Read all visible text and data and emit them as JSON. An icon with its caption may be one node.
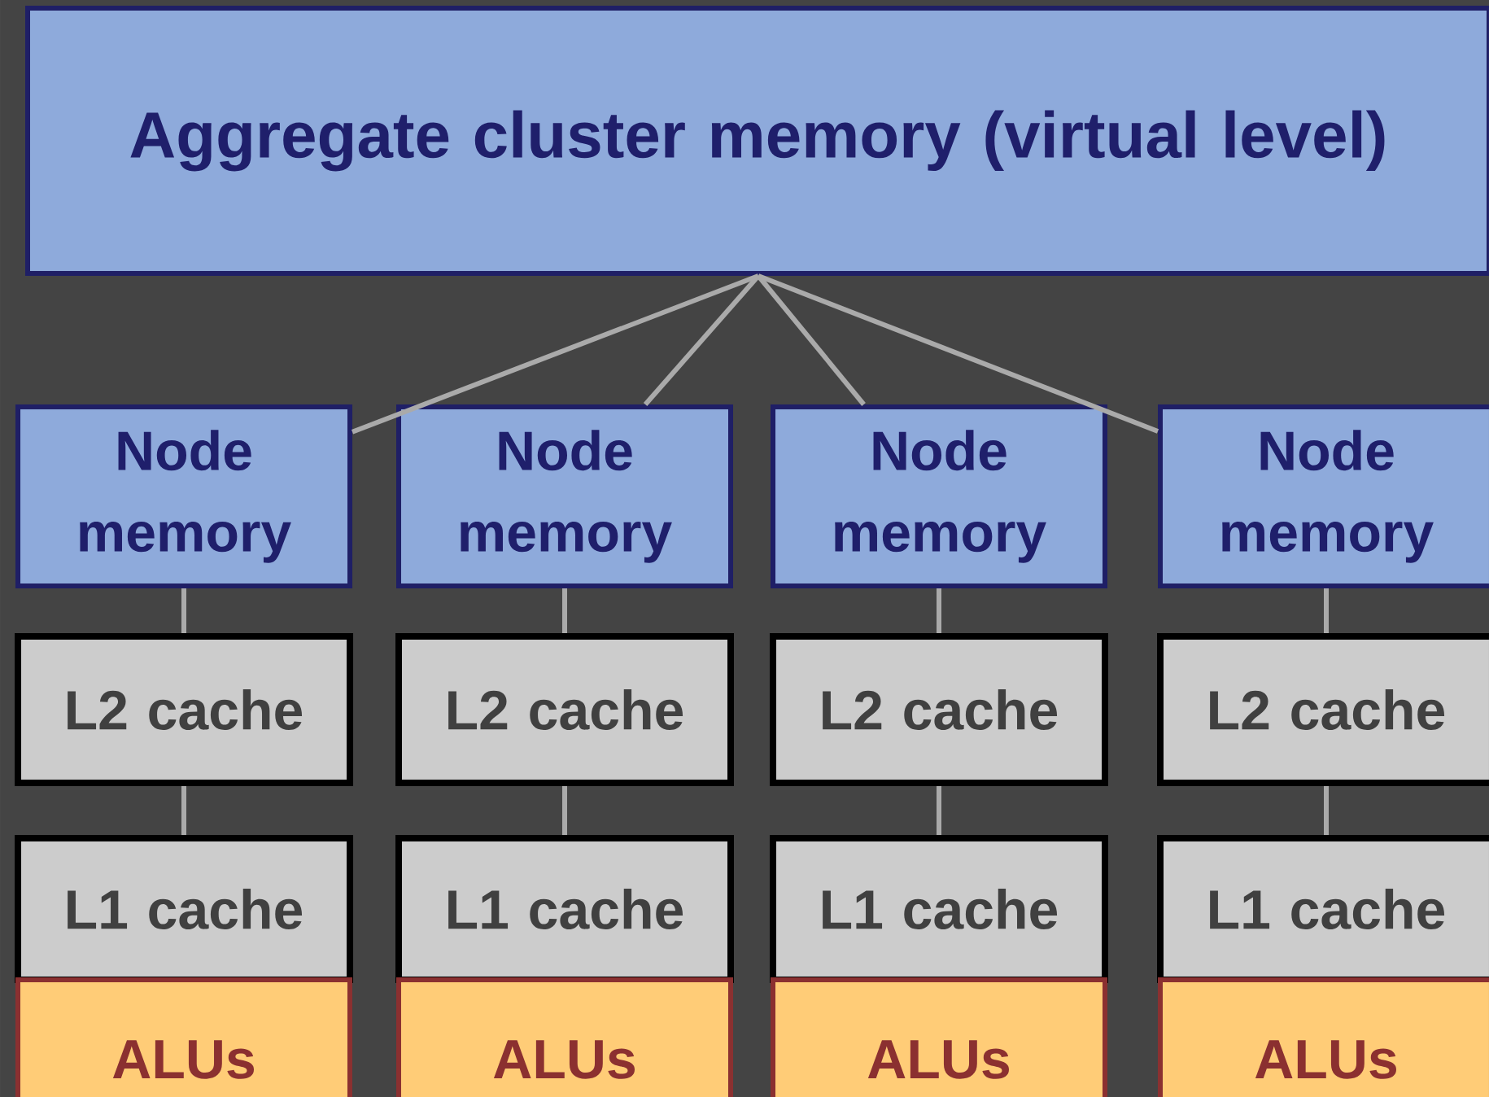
{
  "diagram": {
    "nodes": [
      {
        "text": [
          "Aggregate cluster memory (virtual level)"
        ]
      },
      {
        "text": [
          "Node memory"
        ]
      },
      {
        "text": [
          "Node memory"
        ]
      },
      {
        "text": [
          "Node memory"
        ]
      },
      {
        "text": [
          "Node memory"
        ]
      },
      {
        "text": [
          "L2 cache"
        ]
      },
      {
        "text": [
          "L2 cache"
        ]
      },
      {
        "text": [
          "L2 cache"
        ]
      },
      {
        "text": [
          "L2 cache"
        ]
      },
      {
        "text": [
          "L1 cache"
        ]
      },
      {
        "text": [
          "L1 cache"
        ]
      },
      {
        "text": [
          "L1 cache"
        ]
      },
      {
        "text": [
          "L1 cache"
        ]
      },
      {
        "text": [
          "ALUs"
        ]
      },
      {
        "text": [
          "ALUs"
        ]
      },
      {
        "text": [
          "ALUs"
        ]
      },
      {
        "text": [
          "ALUs"
        ]
      }
    ],
    "edges": [
      {
        "from": 0,
        "to": 1,
        "arrow": "none"
      },
      {
        "from": 0,
        "to": 2,
        "arrow": "none"
      },
      {
        "from": 0,
        "to": 3,
        "arrow": "none"
      },
      {
        "from": 0,
        "to": 4,
        "arrow": "none"
      },
      {
        "from": 1,
        "to": 5,
        "arrow": "none"
      },
      {
        "from": 2,
        "to": 6,
        "arrow": "none"
      },
      {
        "from": 3,
        "to": 7,
        "arrow": "none"
      },
      {
        "from": 4,
        "to": 8,
        "arrow": "none"
      },
      {
        "from": 5,
        "to": 9,
        "arrow": "none"
      },
      {
        "from": 6,
        "to": 10,
        "arrow": "none"
      },
      {
        "from": 7,
        "to": 11,
        "arrow": "none"
      },
      {
        "from": 8,
        "to": 12,
        "arrow": "none"
      }
    ]
  }
}
